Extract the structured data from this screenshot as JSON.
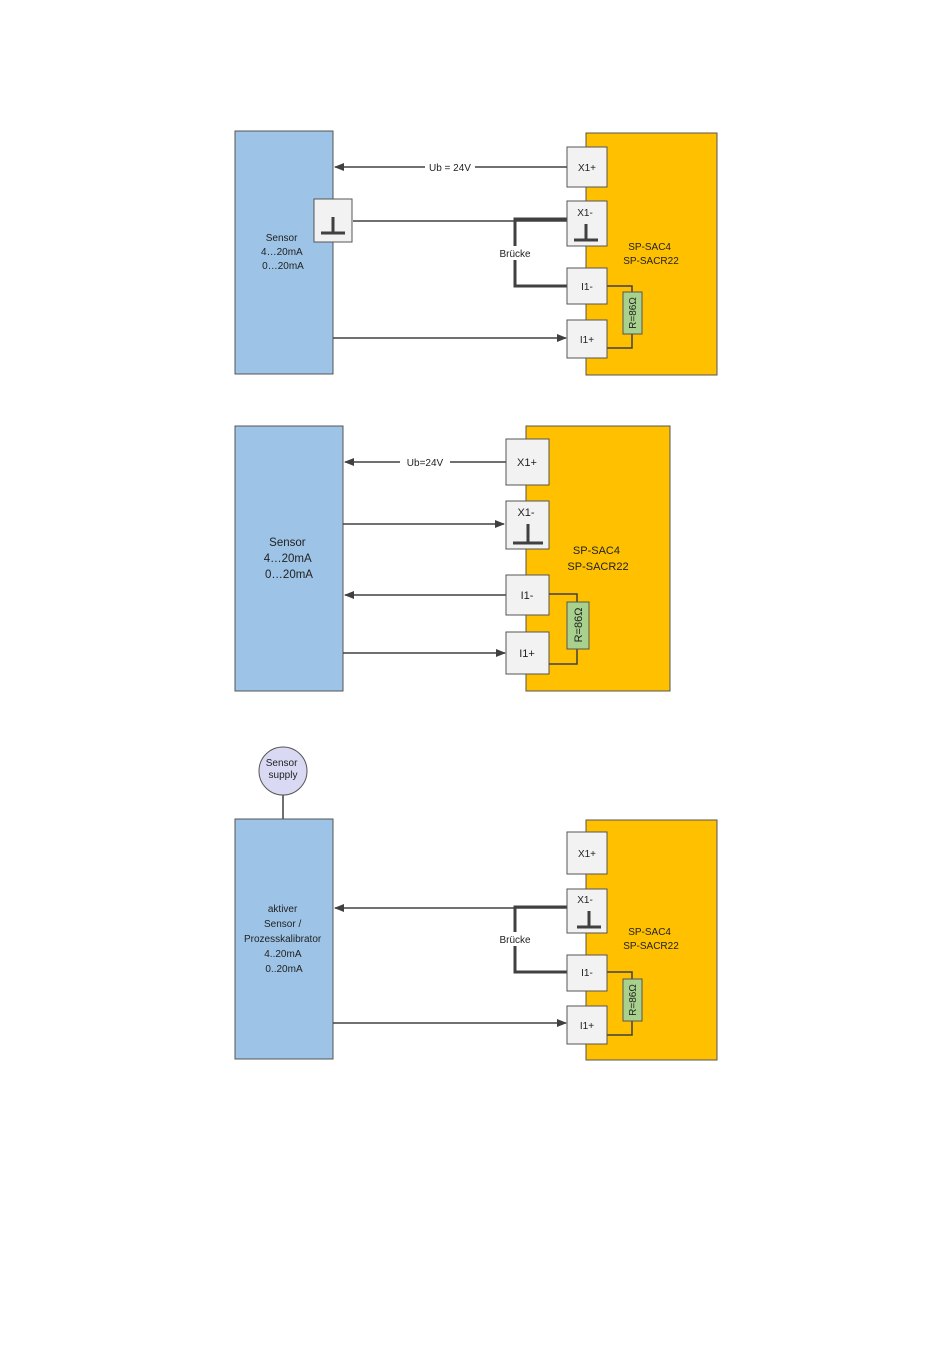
{
  "colors": {
    "sensor_fill": "#9dc3e6",
    "module_fill": "#ffc000",
    "terminal_fill": "#f2f2f2",
    "resistor_fill": "#a9d18e",
    "supply_fill": "#d9d9f3",
    "wire": "#404040"
  },
  "diagram1": {
    "sensor_lines": [
      "Sensor",
      "4…20mA",
      "0…20mA"
    ],
    "module_lines": [
      "SP-SAC4",
      "SP-SACR22"
    ],
    "terminals": {
      "x1p": "X1+",
      "x1m": "X1-",
      "i1m": "I1-",
      "i1p": "I1+"
    },
    "supply_label": "Ub = 24V",
    "bridge_label": "Brücke",
    "resistor_label": "R=86Ω",
    "ground_icon": "ground-symbol"
  },
  "diagram2": {
    "sensor_lines": [
      "Sensor",
      "4…20mA",
      "0…20mA"
    ],
    "module_lines": [
      "SP-SAC4",
      "SP-SACR22"
    ],
    "terminals": {
      "x1p": "X1+",
      "x1m": "X1-",
      "i1m": "I1-",
      "i1p": "I1+"
    },
    "supply_label": "Ub=24V",
    "resistor_label": "R=86Ω",
    "ground_icon": "ground-symbol"
  },
  "diagram3": {
    "supply_lines": [
      "Sensor",
      "supply"
    ],
    "sensor_lines": [
      "aktiver",
      "Sensor /",
      "Prozesskalibrator",
      "4..20mA",
      "0..20mA"
    ],
    "module_lines": [
      "SP-SAC4",
      "SP-SACR22"
    ],
    "terminals": {
      "x1p": "X1+",
      "x1m": "X1-",
      "i1m": "I1-",
      "i1p": "I1+"
    },
    "bridge_label": "Brücke",
    "resistor_label": "R=86Ω",
    "ground_icon": "ground-symbol"
  }
}
